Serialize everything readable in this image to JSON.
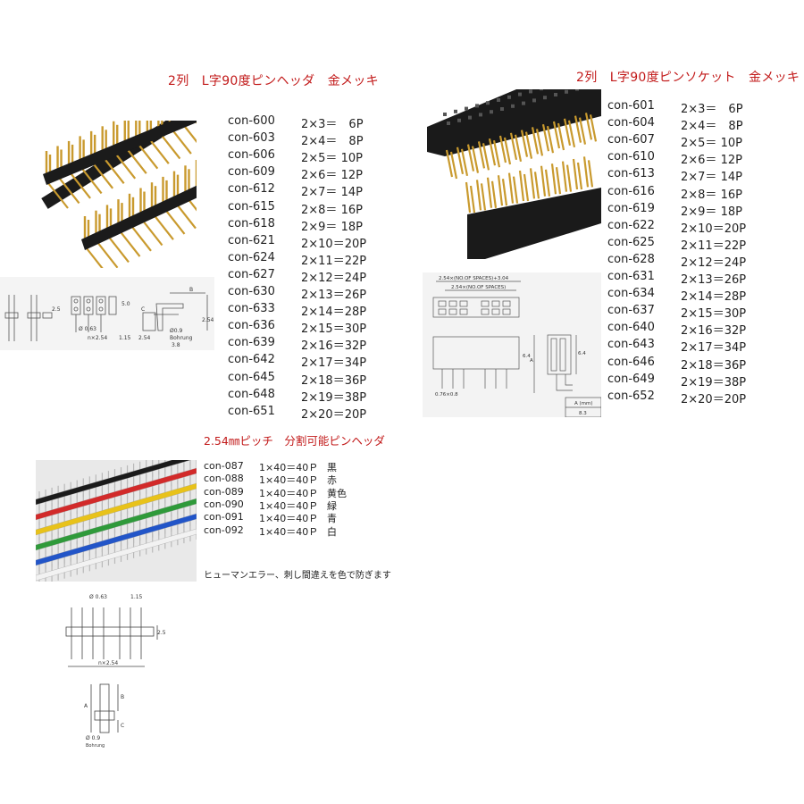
{
  "header_left": {
    "title": "2列　L字90度ピンヘッダ　金メッキ"
  },
  "header_right": {
    "title": "2列　L字90度ピンソケット　金メッキ"
  },
  "list_left": [
    {
      "code": "con-600",
      "spec": "2×3＝　6P"
    },
    {
      "code": "con-603",
      "spec": "2×4＝　8P"
    },
    {
      "code": "con-606",
      "spec": "2×5＝ 10P"
    },
    {
      "code": "con-609",
      "spec": "2×6＝ 12P"
    },
    {
      "code": "con-612",
      "spec": "2×7＝ 14P"
    },
    {
      "code": "con-615",
      "spec": "2×8＝ 16P"
    },
    {
      "code": "con-618",
      "spec": "2×9＝ 18P"
    },
    {
      "code": "con-621",
      "spec": "2×10＝20P"
    },
    {
      "code": "con-624",
      "spec": "2×11＝22P"
    },
    {
      "code": "con-627",
      "spec": "2×12＝24P"
    },
    {
      "code": "con-630",
      "spec": "2×13＝26P"
    },
    {
      "code": "con-633",
      "spec": "2×14＝28P"
    },
    {
      "code": "con-636",
      "spec": "2×15＝30P"
    },
    {
      "code": "con-639",
      "spec": "2×16＝32P"
    },
    {
      "code": "con-642",
      "spec": "2×17＝34P"
    },
    {
      "code": "con-645",
      "spec": "2×18＝36P"
    },
    {
      "code": "con-648",
      "spec": "2×19＝38P"
    },
    {
      "code": "con-651",
      "spec": "2×20＝20P"
    }
  ],
  "list_right": [
    {
      "code": "con-601",
      "spec": "2×3＝　6P"
    },
    {
      "code": "con-604",
      "spec": "2×4＝　8P"
    },
    {
      "code": "con-607",
      "spec": "2×5＝ 10P"
    },
    {
      "code": "con-610",
      "spec": "2×6＝ 12P"
    },
    {
      "code": "con-613",
      "spec": "2×7＝ 14P"
    },
    {
      "code": "con-616",
      "spec": "2×8＝ 16P"
    },
    {
      "code": "con-619",
      "spec": "2×9＝ 18P"
    },
    {
      "code": "con-622",
      "spec": "2×10＝20P"
    },
    {
      "code": "con-625",
      "spec": "2×11＝22P"
    },
    {
      "code": "con-628",
      "spec": "2×12＝24P"
    },
    {
      "code": "con-631",
      "spec": "2×13＝26P"
    },
    {
      "code": "con-634",
      "spec": "2×14＝28P"
    },
    {
      "code": "con-637",
      "spec": "2×15＝30P"
    },
    {
      "code": "con-640",
      "spec": "2×16＝32P"
    },
    {
      "code": "con-643",
      "spec": "2×17＝34P"
    },
    {
      "code": "con-646",
      "spec": "2×18＝36P"
    },
    {
      "code": "con-649",
      "spec": "2×19＝38P"
    },
    {
      "code": "con-652",
      "spec": "2×20＝20P"
    }
  ],
  "split_section": {
    "title": "2.54㎜ピッチ　分割可能ピンヘッダ",
    "items": [
      {
        "code": "con-087",
        "spec": "1×40＝40Ｐ",
        "color": "黒"
      },
      {
        "code": "con-088",
        "spec": "1×40＝40Ｐ",
        "color": "赤"
      },
      {
        "code": "con-089",
        "spec": "1×40＝40Ｐ",
        "color": "黄色"
      },
      {
        "code": "con-090",
        "spec": "1×40＝40Ｐ",
        "color": "緑"
      },
      {
        "code": "con-091",
        "spec": "1×40＝40Ｐ",
        "color": "青"
      },
      {
        "code": "con-092",
        "spec": "1×40＝40Ｐ",
        "color": "白"
      }
    ],
    "note": "ヒューマンエラー、刺し間違えを色で防ぎます"
  },
  "drawing_left": {
    "labels": [
      "2.5",
      "Ø 0.63",
      "n×2.54",
      "1.15",
      "2.54",
      "B",
      "5.0",
      "C",
      "2.54",
      "Ø0.9",
      "Bohrung",
      "3.8"
    ]
  },
  "drawing_right": {
    "labels": [
      "2.54×(NO.OF SPACES)+3.04",
      "2.54×(NO.OF SPACES)",
      "0.76×0.8",
      "6.4",
      "A",
      "6.4",
      "A (mm)",
      "8.3"
    ]
  },
  "drawing_bottom_top": {
    "labels": [
      "Ø 0.63",
      "1.15",
      "2.5",
      "n×2.54"
    ]
  },
  "drawing_bottom_side": {
    "labels": [
      "A",
      "B",
      "C",
      "Ø 0.9",
      "Bohrung"
    ]
  },
  "colors": {
    "title_red": "#c21a1a",
    "gold": "#c99a2e",
    "black_plastic": "#1b1b1b",
    "strip_red": "#d22a2a",
    "strip_yellow": "#e8c21a",
    "strip_green": "#2f9a3a",
    "strip_blue": "#2255c8",
    "strip_white": "#f2f2f2"
  }
}
